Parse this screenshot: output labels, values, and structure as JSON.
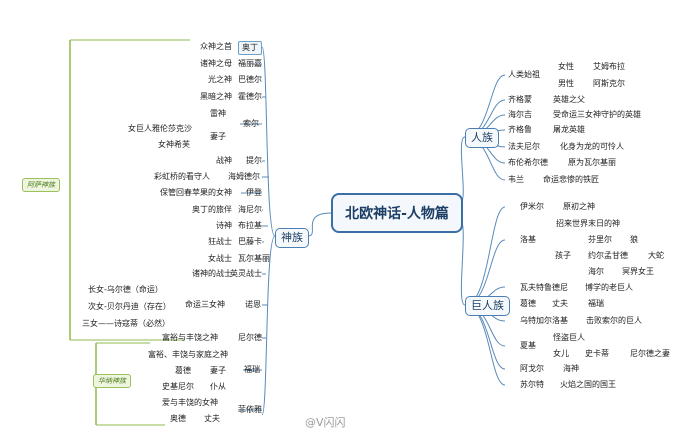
{
  "title": "北欧神话-人物篇",
  "branches": {
    "gods": "神族",
    "humans": "人族",
    "giants": "巨人族"
  },
  "groups": {
    "aesir": "阿萨神族",
    "vanir": "华纳神族"
  },
  "gods": {
    "odin_role": "众神之首",
    "odin": "奥丁",
    "frigg_role": "诸神之母",
    "frigg": "福丽嘉",
    "baldr_role": "光之神",
    "baldr": "巴德尔",
    "hodr_role": "黑暗之神",
    "hodr": "霍德尔",
    "thor": "索尔",
    "thor_role": "雷神",
    "wife": "妻子",
    "sif_desc": "女巨人雅伦莎克沙",
    "sif": "女神希芙",
    "tyr_role": "战神",
    "tyr": "提尔",
    "heimdall_role": "彩虹桥的看守人",
    "heimdall": "海姆德尔",
    "idun_role": "保管回春苹果的女神",
    "idun": "伊登",
    "hermod_role": "奥丁的旅伴",
    "hermod": "海尼尔",
    "bragi_role": "诗神",
    "bragi": "布拉基",
    "baka_role": "狂战士",
    "baka": "巴藤卡",
    "valk_role": "女战士",
    "valk": "瓦尔基丽",
    "einherjar_role": "诸神的战士",
    "einherjar": "英灵战士",
    "norn1": "长女-乌尔德（命运）",
    "norn2": "次女-贝尔丹迪（存在）",
    "norn3": "三女——诗寇蒂（必然）",
    "norns_role": "命运三女神",
    "norns": "诺恩",
    "njord_role": "富裕与丰饶之神",
    "njord": "尼尔德",
    "freyr_role": "富裕、丰饶与家庭之神",
    "freyr": "福瑞",
    "gerd": "葛德",
    "gerd_rel": "妻子",
    "skirnir": "史基尼尔",
    "skirnir_rel": "仆从",
    "freyja_role": "爱与丰饶的女神",
    "freyja": "菲依雅",
    "od": "奥德",
    "od_rel": "丈夫"
  },
  "humans": {
    "first_humans": "人类始祖",
    "female": "女性",
    "embla": "艾姆布拉",
    "male": "男性",
    "ask": "阿斯克尔",
    "sigmund": "齐格蒙",
    "sigmund_role": "英雄之父",
    "helgi": "海尔吉",
    "helgi_role": "受命运三女神守护的英雄",
    "sigurd": "齐格鲁",
    "sigurd_role": "屠龙英雄",
    "fafnir": "法夫尼尔",
    "fafnir_role": "化身为龙的可怜人",
    "brynhild": "布伦希尔德",
    "brynhild_role": "原为瓦尔基丽",
    "volund": "韦兰",
    "volund_role": "命运悲惨的铁匠"
  },
  "giants": {
    "ymir": "伊米尔",
    "ymir_role": "原初之神",
    "loki": "洛基",
    "loki_role": "招来世界末日的神",
    "child": "孩子",
    "fenrir": "芬里尔",
    "fenrir_kind": "狼",
    "jormungandr": "约尔孟甘德",
    "jormungandr_kind": "大蛇",
    "hel": "海尔",
    "hel_role": "冥界女王",
    "vafthrudnir": "瓦夫特鲁德尼",
    "vafthrudnir_role": "博学的老巨人",
    "gerd": "葛德",
    "husband": "丈夫",
    "freyr": "福瑞",
    "utgard": "乌特加尔洛基",
    "utgard_role": "击败索尔的巨人",
    "thjazi": "夏基",
    "thjazi_role": "怪盗巨人",
    "daughter": "女儿",
    "skadi": "史卡蒂",
    "skadi_role": "尼尔德之妻",
    "aegir": "阿戈尔",
    "aegir_role": "海神",
    "surtr": "苏尔特",
    "surtr_role": "火焰之国的国王"
  },
  "watermark": "@V闪闪"
}
